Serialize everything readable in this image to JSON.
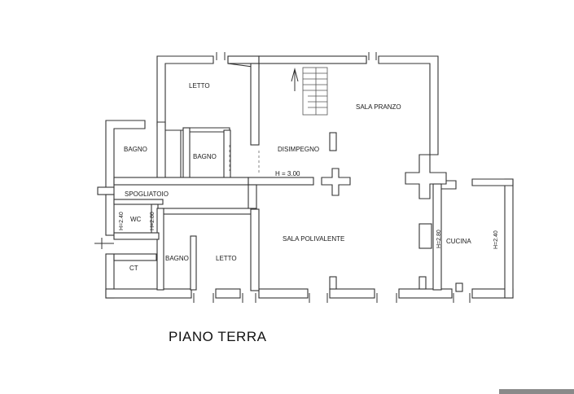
{
  "title": "PIANO TERRA",
  "rooms": {
    "letto_top": "LETTO",
    "bagno_left": "BAGNO",
    "bagno_center": "BAGNO",
    "disimpegno": "DISIMPEGNO",
    "sala_pranzo": "SALA PRANZO",
    "spogliatoio": "SPOGLIATOIO",
    "wc": "WC",
    "sala_polivalente": "SALA POLIVALENTE",
    "cucina": "CUCINA",
    "bagno_bottom": "BAGNO",
    "letto_bottom": "LETTO",
    "ct": "CT"
  },
  "heights": {
    "disimpegno": "H = 3.00",
    "wc_left": "H=2.40",
    "wc_right": "H=2.80",
    "kitchen_island": "H=2.80",
    "cucina_wall": "H=2.40"
  },
  "colors": {
    "wall_line": "#333333",
    "background": "#ffffff",
    "scale_bar": "#8a8a8a"
  }
}
